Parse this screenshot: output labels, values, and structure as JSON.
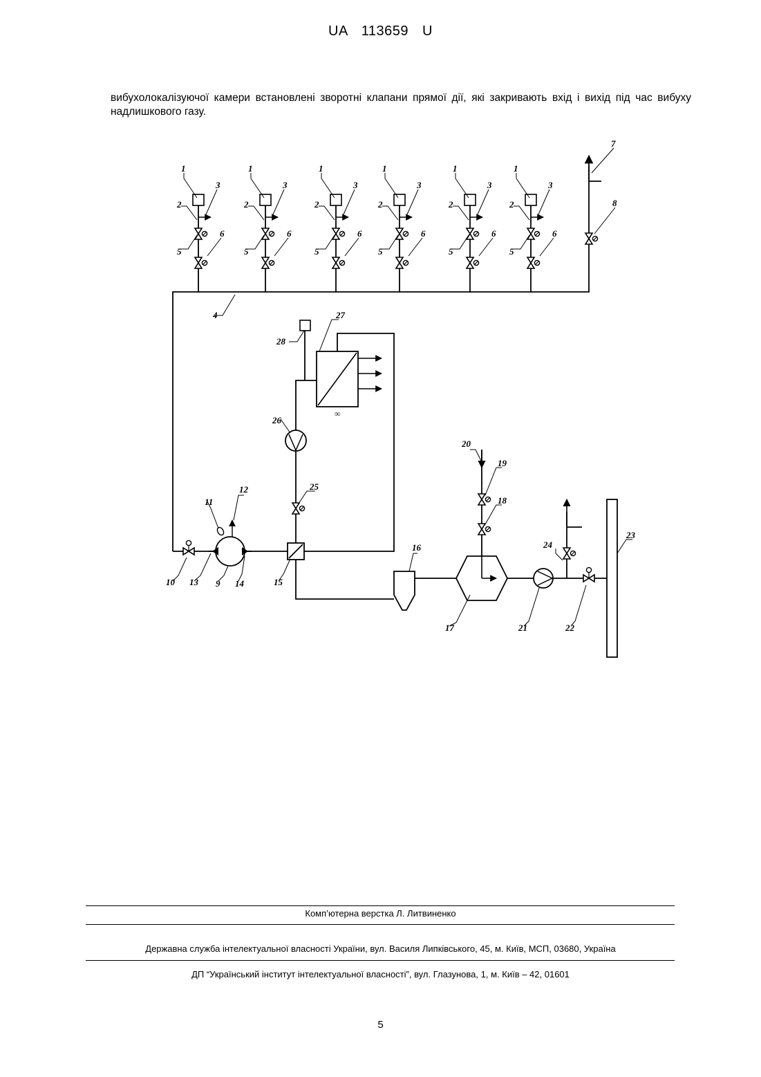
{
  "header": {
    "doc_id": "UA   113659   U"
  },
  "body": {
    "paragraph": "вибухолокалізуючої камери встановлені зворотні клапани прямої дії, які закривають вхід і вихід під час вибуху надлишкового газу."
  },
  "figure": {
    "labels": [
      "1",
      "2",
      "3",
      "4",
      "5",
      "6",
      "7",
      "8",
      "9",
      "10",
      "11",
      "12",
      "13",
      "14",
      "15",
      "16",
      "17",
      "18",
      "19",
      "20",
      "21",
      "22",
      "23",
      "24",
      "25",
      "26",
      "27",
      "28"
    ]
  },
  "footer": {
    "typesetting": "Комп’ютерна верстка Л. Литвиненко",
    "agency": "Державна служба інтелектуальної власності України, вул. Василя Липківського, 45, м. Київ, МСП, 03680, Україна",
    "institute": "ДП “Український інститут інтелектуальної власності”, вул. Глазунова, 1, м. Київ – 42, 01601"
  },
  "page_number": "5"
}
